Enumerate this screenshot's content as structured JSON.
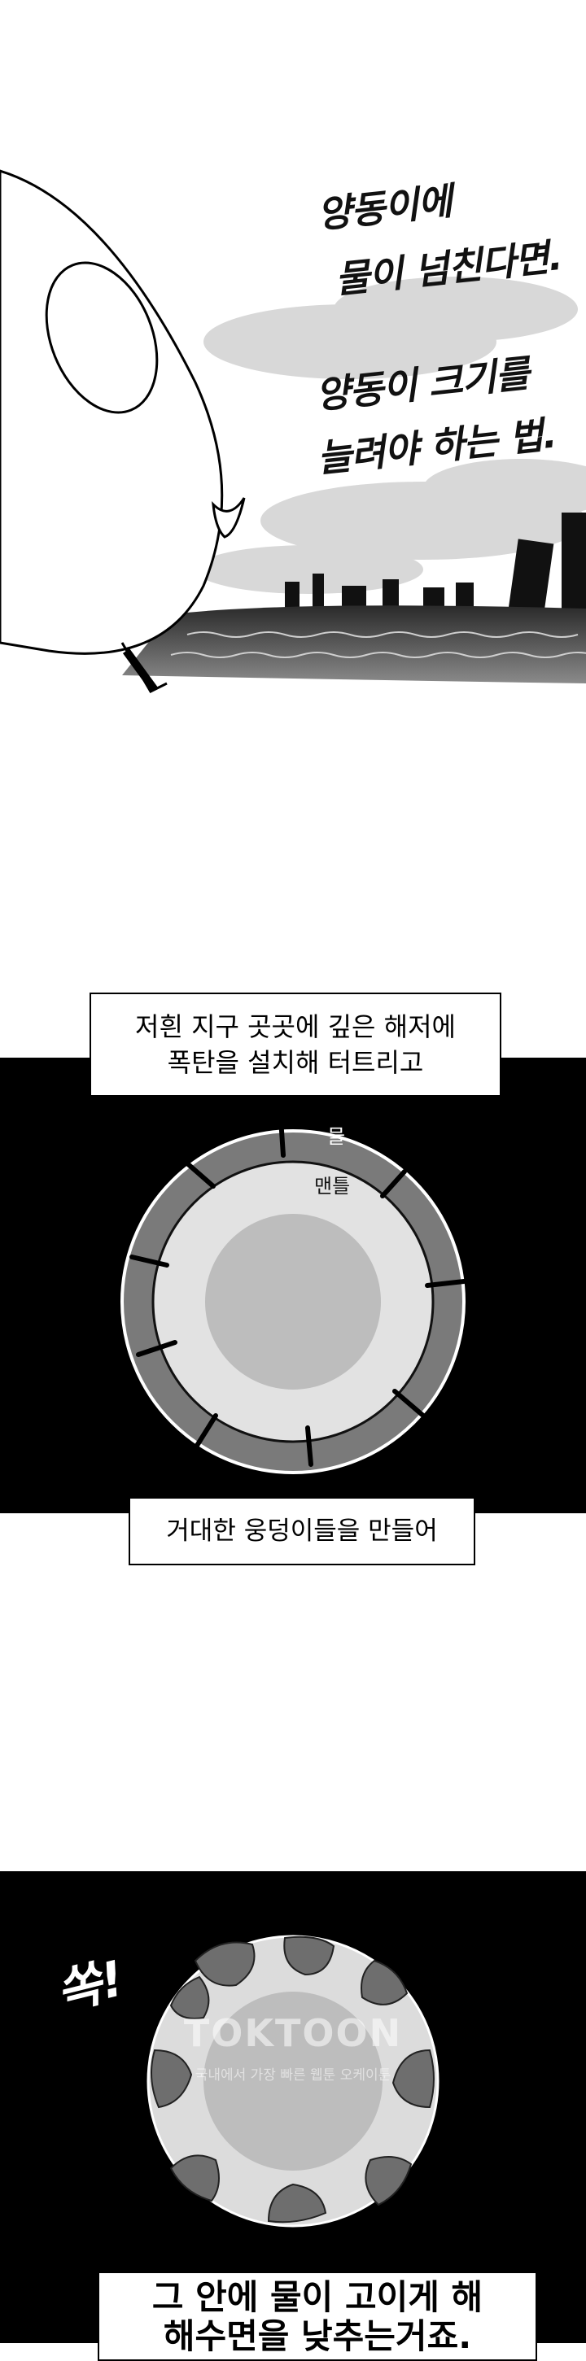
{
  "sea_panel": {
    "line_1": "양동이에",
    "line_2": "물이 넘친다면.",
    "line_3": "양동이 크기를",
    "line_4": "늘려야 하는 법."
  },
  "earth_panel": {
    "caption_line_1": "저흰 지구 곳곳에 깊은 해저에",
    "caption_line_2": "폭탄을 설치해 터트리고",
    "label_water": "물",
    "label_mantle": "맨틀",
    "caption_2": "거대한 웅덩이들을 만들어"
  },
  "crater_panel": {
    "sfx": "쏙!",
    "watermark_logo": "TOKTOON",
    "watermark_tagline": "국내에서 가장 빠른 웹툰 오케이툰",
    "caption_line_1": "그 안에 물이 고이게 해",
    "caption_line_2": "해수면을 낮추는거죠."
  },
  "colors": {
    "panel_background": "#000000",
    "earth_water_ring": "#7a7a7a",
    "earth_mantle": "#e2e2e2",
    "earth_core": "#bdbdbd"
  },
  "icons": [
    "cartoon-head-icon",
    "city-skyline-icon",
    "earth-cross-section-icon",
    "earth-craters-icon"
  ]
}
